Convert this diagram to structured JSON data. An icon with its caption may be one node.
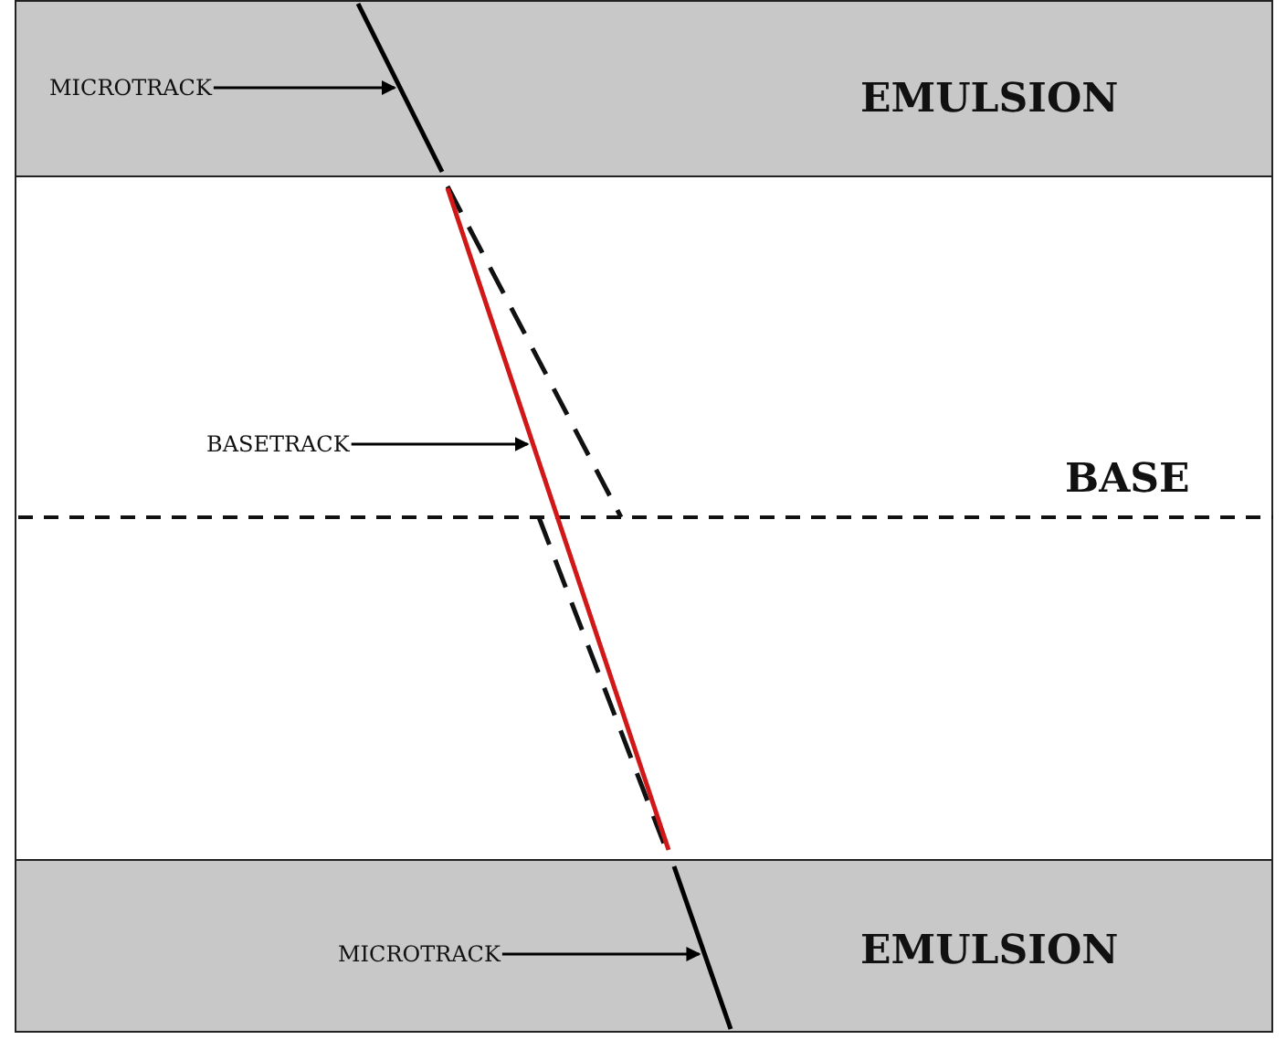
{
  "diagram": {
    "nodes": [
      {
        "text": [
          "EMULSION"
        ]
      },
      {
        "text": [
          "BASE"
        ]
      },
      {
        "text": [
          "EMULSION"
        ]
      },
      {
        "text": [
          "MICROTRACK"
        ],
        "in": 0
      },
      {
        "text": [],
        "shape": "line",
        "in": 0
      },
      {
        "text": [
          "BASETRACK"
        ],
        "in": 1
      },
      {
        "text": [],
        "shape": "line",
        "in": 1
      },
      {
        "text": [
          "MICROTRACK"
        ],
        "in": 2
      },
      {
        "text": [],
        "shape": "line",
        "in": 2
      }
    ],
    "edges": [
      {
        "from": 3,
        "to": 4,
        "arrow": "to"
      },
      {
        "from": 5,
        "to": 6,
        "arrow": "to"
      },
      {
        "from": 7,
        "to": 8,
        "arrow": "to"
      }
    ]
  }
}
